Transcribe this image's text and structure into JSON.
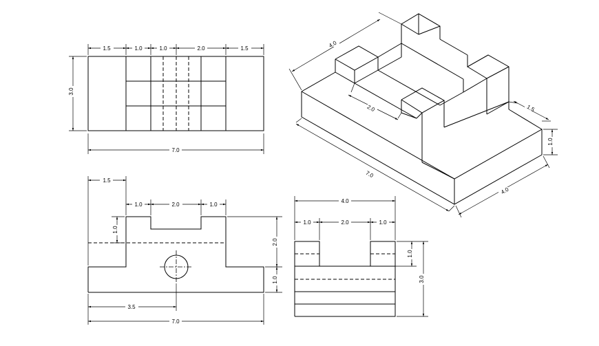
{
  "drawing": {
    "top_view": {
      "dims": [
        "1.5",
        "1.0",
        "1.0",
        "2.0",
        "1.5"
      ],
      "height": "3.0",
      "overall": "7.0"
    },
    "front_view": {
      "left_width": "1.5",
      "slot_side_left": "1.0",
      "slot_width": "2.0",
      "slot_side_right": "1.0",
      "slot_depth": "1.0",
      "upper_height": "2.0",
      "base_height": "1.0",
      "hole_offset": "3.5",
      "overall": "7.0"
    },
    "side_view": {
      "overall_width": "4.0",
      "left_side": "1.0",
      "slot_width": "2.0",
      "right_side": "1.0",
      "slot_depth": "1.0",
      "overall_height": "3.0"
    },
    "iso_view": {
      "depth_top": "4.0",
      "slot_width": "2.0",
      "step_width": "1.5",
      "base_height": "1.0",
      "length": "7.0",
      "depth_bottom": "4.0"
    }
  }
}
